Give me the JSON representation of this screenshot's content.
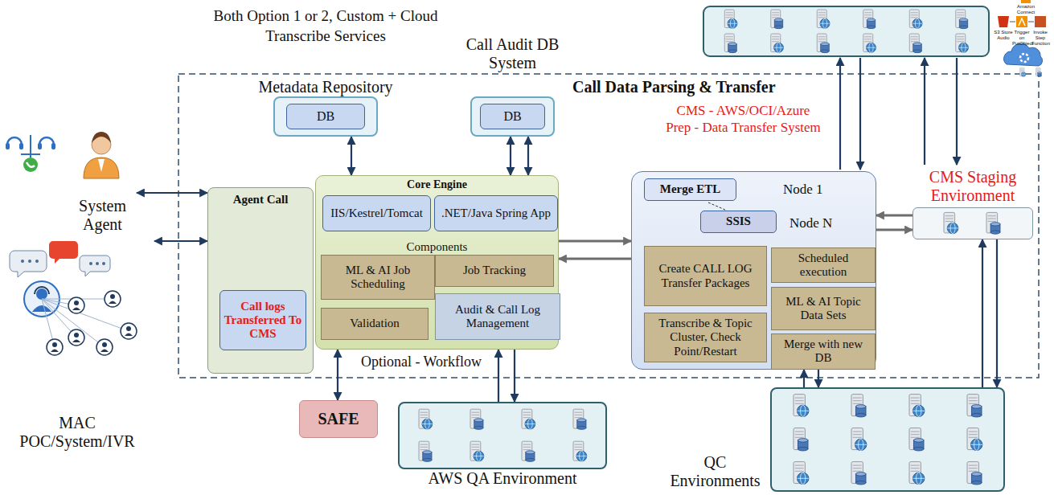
{
  "diagram": {
    "title": "Both Option 1 or 2, Custom + Cloud Transcribe Services",
    "nodes": [
      {
        "text": [
          "System Agent"
        ]
      },
      {
        "text": [
          "MAC POC/System/IVR"
        ]
      },
      {
        "text": [
          "Metadata Repository"
        ]
      },
      {
        "text": [
          "DB"
        ],
        "in": 2
      },
      {
        "text": [
          "Call Audit DB System"
        ]
      },
      {
        "text": [
          "DB"
        ],
        "in": 4
      },
      {
        "text": [
          "Agent Call"
        ]
      },
      {
        "text": [
          "Call logs Transferred To CMS"
        ],
        "in": 6
      },
      {
        "text": [
          "Core Engine",
          "Components"
        ]
      },
      {
        "text": [
          "IIS/Kestrel/Tomcat"
        ],
        "in": 8
      },
      {
        "text": [
          ".NET/Java Spring App"
        ],
        "in": 8
      },
      {
        "text": [
          "ML & AI Job Scheduling"
        ],
        "in": 8
      },
      {
        "text": [
          "Job Tracking"
        ],
        "in": 8
      },
      {
        "text": [
          "Validation"
        ],
        "in": 8
      },
      {
        "text": [
          "Audit & Call Log Management"
        ],
        "in": 8
      },
      {
        "text": [
          "Node 1",
          "Node N"
        ]
      },
      {
        "text": [
          "Merge ETL"
        ],
        "in": 15
      },
      {
        "text": [
          "SSIS"
        ],
        "in": 15
      },
      {
        "text": [
          "Create CALL LOG Transfer Packages"
        ],
        "in": 15
      },
      {
        "text": [
          "Scheduled execution"
        ],
        "in": 15
      },
      {
        "text": [
          "Transcribe & Topic Cluster, Check Point/Restart"
        ],
        "in": 15
      },
      {
        "text": [
          "ML & AI Topic Data Sets"
        ],
        "in": 15
      },
      {
        "text": [
          "Merge with new DB"
        ],
        "in": 15
      },
      {
        "text": [
          "CMS Staging Environment"
        ]
      },
      {
        "text": [
          "SAFE"
        ]
      },
      {
        "text": [
          "AWS QA Environment"
        ]
      },
      {
        "text": [
          "QC Environments"
        ]
      }
    ],
    "edges": [
      {
        "from": 0,
        "to": 6,
        "arrow": "both"
      },
      {
        "from": 1,
        "to": 6,
        "arrow": "both"
      },
      {
        "from": 2,
        "to": 8,
        "arrow": "both"
      },
      {
        "from": 4,
        "to": 8,
        "arrow": "both"
      },
      {
        "from": 4,
        "to": 8,
        "arrow": "both"
      },
      {
        "from": 8,
        "to": 15,
        "arrow": "to"
      },
      {
        "from": 15,
        "to": 8,
        "arrow": "to"
      },
      {
        "from": 23,
        "to": 15,
        "arrow": "to"
      },
      {
        "from": 15,
        "to": 23,
        "arrow": "to"
      },
      {
        "from": 8,
        "to": 24,
        "arrow": "both"
      },
      {
        "from": 25,
        "to": 8,
        "arrow": "to"
      },
      {
        "from": 8,
        "to": 25,
        "arrow": "to"
      },
      {
        "from": 26,
        "to": 15,
        "arrow": "to"
      },
      {
        "from": 15,
        "to": 26,
        "arrow": "to"
      },
      {
        "from": 26,
        "to": 23,
        "arrow": "to"
      },
      {
        "from": 23,
        "to": 26,
        "arrow": "to"
      }
    ],
    "labels": [
      "Call Data Parsing & Transfer",
      "CMS - AWS/OCI/Azure",
      "Prep - Data Transfer System",
      "Optional - Workflow",
      "Amazon Connect",
      "S3 Store Audio",
      "Trigger on PutObject",
      "Invoke Step Function"
    ]
  }
}
